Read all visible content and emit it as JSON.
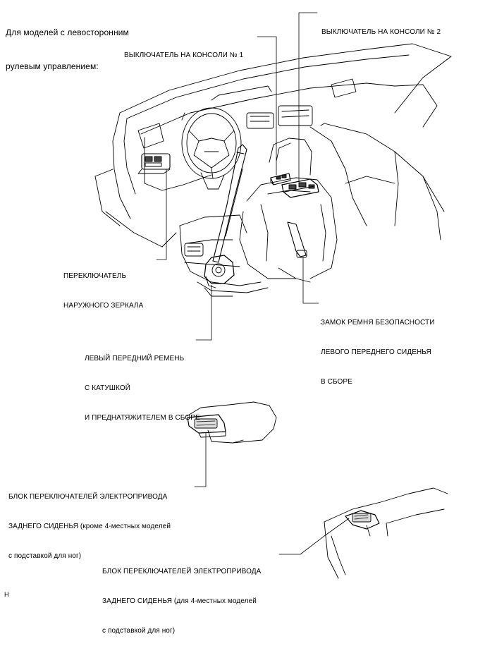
{
  "heading": [
    "Для моделей с левосторонним",
    "рулевым управлением:"
  ],
  "labels": {
    "console_switch_1": [
      "ВЫКЛЮЧАТЕЛЬ НА КОНСОЛИ № 1"
    ],
    "console_switch_2": [
      "ВЫКЛЮЧАТЕЛЬ НА КОНСОЛИ № 2"
    ],
    "outer_mirror_switch": [
      "ПЕРЕКЛЮЧАТЕЛЬ",
      "НАРУЖНОГО ЗЕРКАЛА"
    ],
    "seat_belt_buckle": [
      "ЗАМОК РЕМНЯ БЕЗОПАСНОСТИ",
      "ЛЕВОГО ПЕРЕДНЕГО СИДЕНЬЯ",
      "В СБОРЕ"
    ],
    "front_belt_assembly": [
      "ЛЕВЫЙ ПЕРЕДНИЙ РЕМЕНЬ",
      "С КАТУШКОЙ",
      "И ПРЕДНАТЯЖИТЕЛЕМ В СБОРЕ"
    ],
    "rear_switch_block_a": [
      "БЛОК ПЕРЕКЛЮЧАТЕЛЕЙ ЭЛЕКТРОПРИВОДА",
      "ЗАДНЕГО СИДЕНЬЯ (кроме 4-местных моделей",
      "с подставкой для ног)"
    ],
    "rear_switch_block_b": [
      "БЛОК ПЕРЕКЛЮЧАТЕЛЕЙ ЭЛЕКТРОПРИВОДА",
      "ЗАДНЕГО СИДЕНЬЯ (для 4-местных моделей",
      "с подставкой для ног)"
    ]
  },
  "figure_code": "H",
  "colors": {
    "ink": "#000000",
    "paper": "#ffffff",
    "tint": "#f2f2f2"
  }
}
